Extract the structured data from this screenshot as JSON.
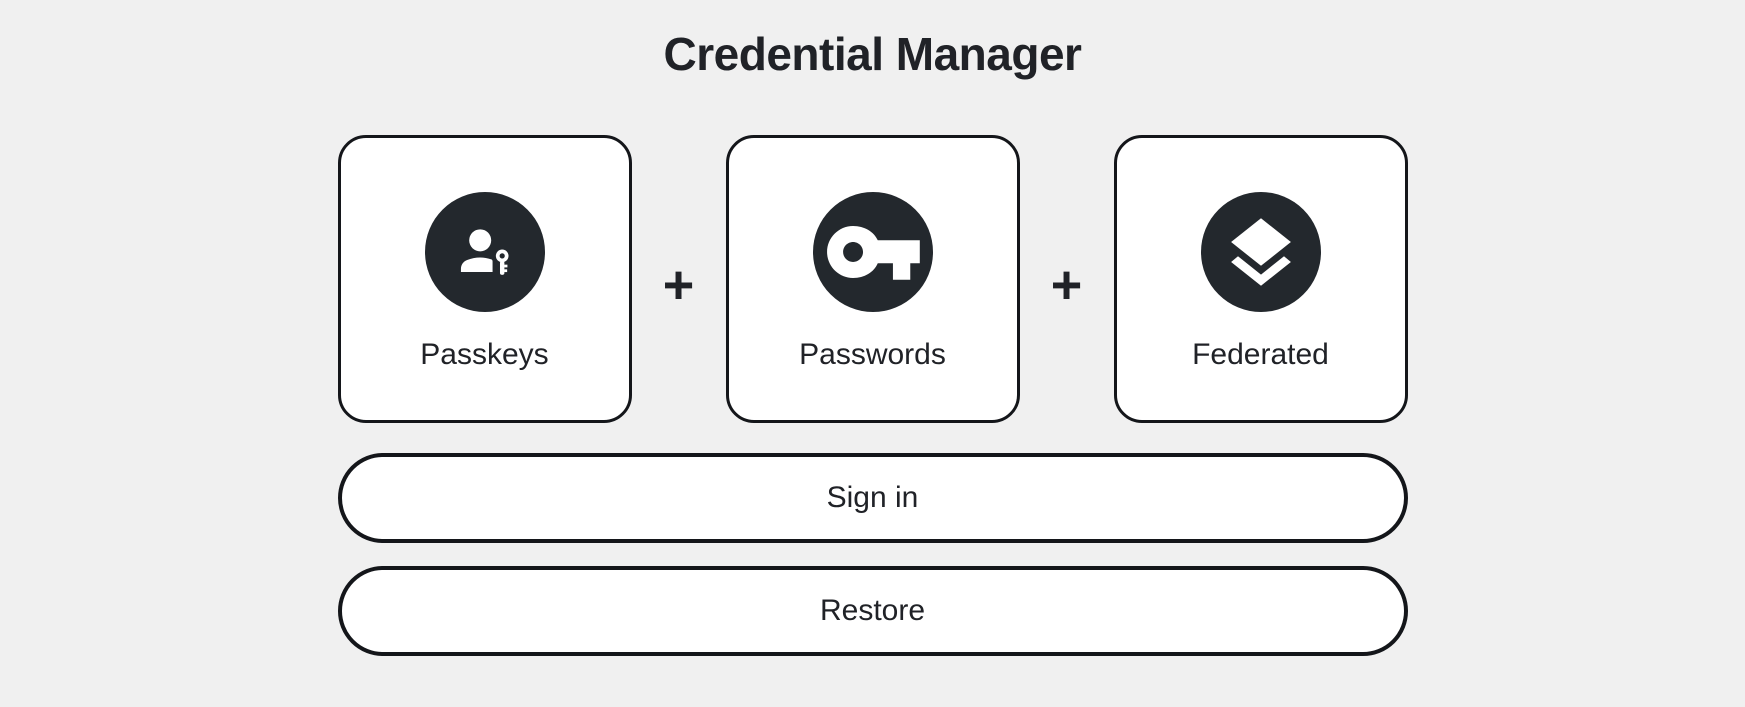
{
  "page": {
    "title": "Credential Manager"
  },
  "cards": [
    {
      "label": "Passkeys",
      "icon": "person-key-icon"
    },
    {
      "label": "Passwords",
      "icon": "key-icon"
    },
    {
      "label": "Federated",
      "icon": "stacked-layers-icon"
    }
  ],
  "separators": {
    "plus": "+"
  },
  "buttons": {
    "sign_in": "Sign in",
    "restore": "Restore"
  },
  "colors": {
    "background": "#f0f0f0",
    "card_background": "#ffffff",
    "border": "#14161a",
    "icon_circle": "#23282d",
    "icon_glyph": "#ffffff",
    "text": "#202227"
  }
}
